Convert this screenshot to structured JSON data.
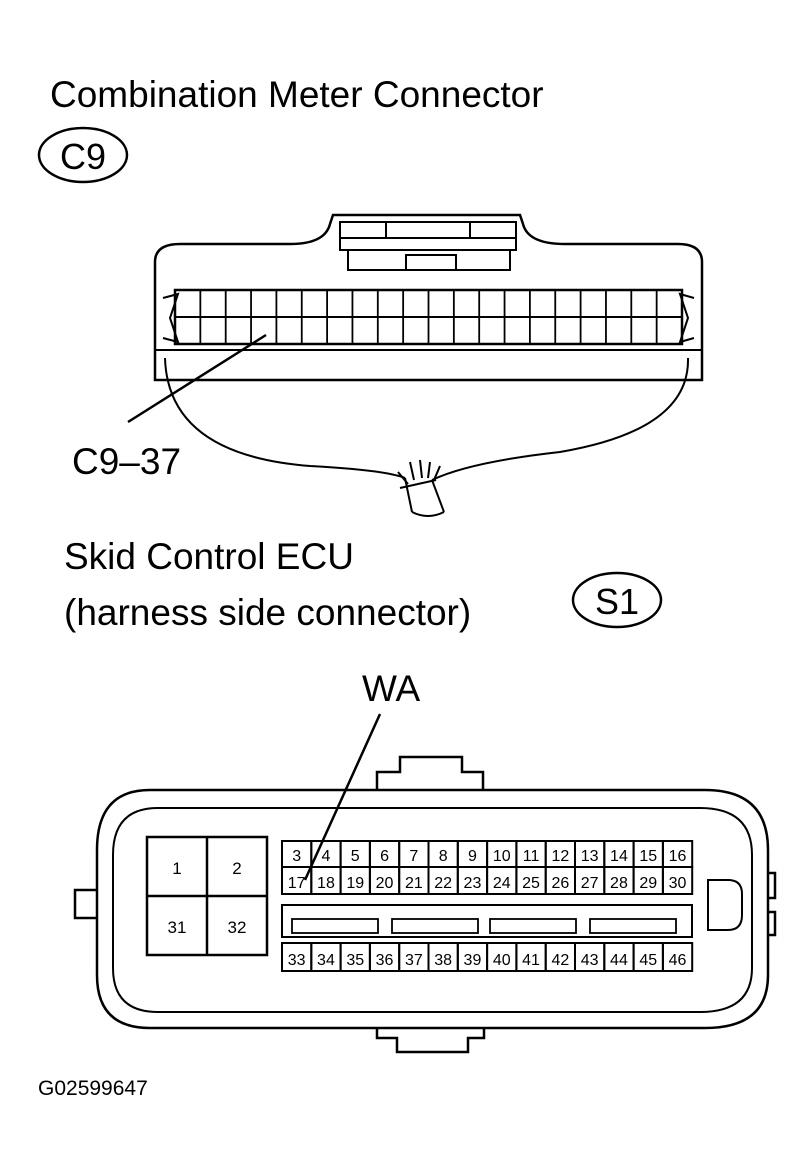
{
  "meter": {
    "title": "Combination Meter Connector",
    "code": "C9",
    "pin_label": "C9–37"
  },
  "ecu": {
    "title_line1": "Skid Control ECU",
    "title_line2": "(harness side connector)",
    "code": "S1",
    "wire_label": "WA",
    "large_pins": [
      "1",
      "2",
      "31",
      "32"
    ],
    "row_top": [
      "3",
      "4",
      "5",
      "6",
      "7",
      "8",
      "9",
      "10",
      "11",
      "12",
      "13",
      "14",
      "15",
      "16"
    ],
    "row_middle": [
      "17",
      "18",
      "19",
      "20",
      "21",
      "22",
      "23",
      "24",
      "25",
      "26",
      "27",
      "28",
      "29",
      "30"
    ],
    "row_bottom": [
      "33",
      "34",
      "35",
      "36",
      "37",
      "38",
      "39",
      "40",
      "41",
      "42",
      "43",
      "44",
      "45",
      "46"
    ]
  },
  "figure_id": "G02599647"
}
